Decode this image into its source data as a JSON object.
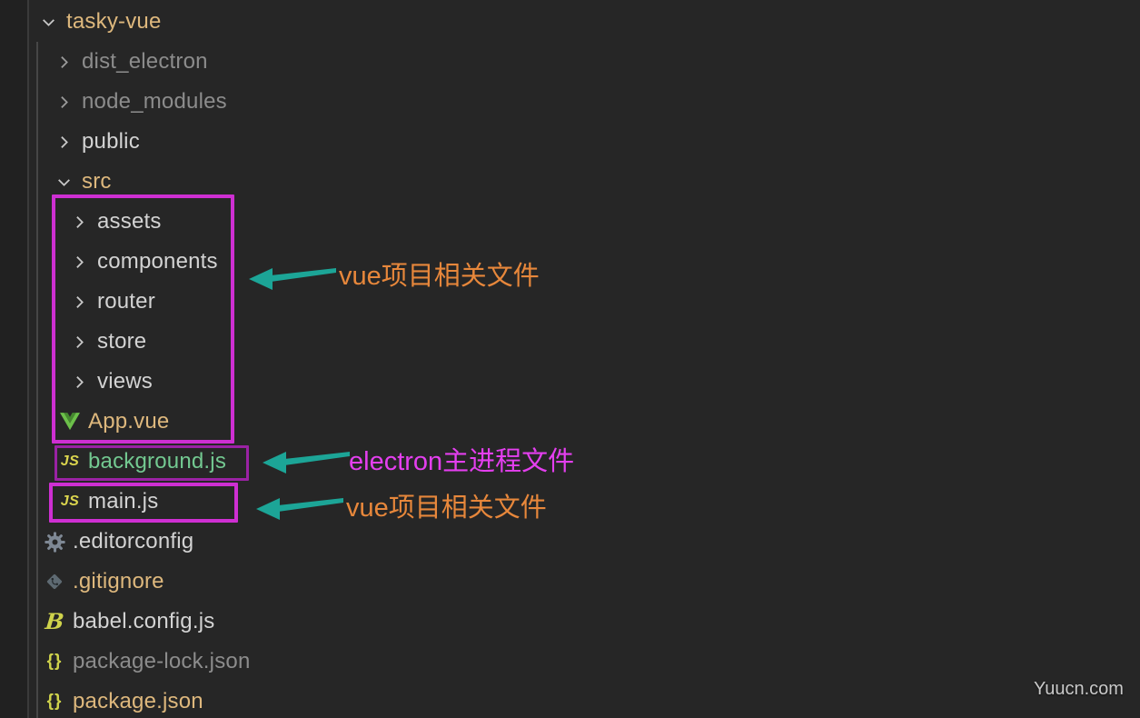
{
  "colors": {
    "background": "#262626",
    "modified": "#DEB87D",
    "normal": "#D3D3D3",
    "ignored": "#8C8C8C",
    "untracked": "#73C991",
    "twistie": "#C8C8C8",
    "twistie_ignored": "#9A9A9A"
  },
  "tree": {
    "items": [
      {
        "name": "tasky-vue",
        "level": 0,
        "type": "folder",
        "state": "expanded",
        "icon": "chevron-down-icon",
        "color": "modified"
      },
      {
        "name": "dist_electron",
        "level": 1,
        "type": "folder",
        "state": "collapsed",
        "icon": "chevron-right-icon",
        "color": "ignored"
      },
      {
        "name": "node_modules",
        "level": 1,
        "type": "folder",
        "state": "collapsed",
        "icon": "chevron-right-icon",
        "color": "ignored"
      },
      {
        "name": "public",
        "level": 1,
        "type": "folder",
        "state": "collapsed",
        "icon": "chevron-right-icon",
        "color": "normal"
      },
      {
        "name": "src",
        "level": 1,
        "type": "folder",
        "state": "expanded",
        "icon": "chevron-down-icon",
        "color": "modified"
      },
      {
        "name": "assets",
        "level": 2,
        "type": "folder",
        "state": "collapsed",
        "icon": "chevron-right-icon",
        "color": "normal"
      },
      {
        "name": "components",
        "level": 2,
        "type": "folder",
        "state": "collapsed",
        "icon": "chevron-right-icon",
        "color": "normal"
      },
      {
        "name": "router",
        "level": 2,
        "type": "folder",
        "state": "collapsed",
        "icon": "chevron-right-icon",
        "color": "normal"
      },
      {
        "name": "store",
        "level": 2,
        "type": "folder",
        "state": "collapsed",
        "icon": "chevron-right-icon",
        "color": "normal"
      },
      {
        "name": "views",
        "level": 2,
        "type": "folder",
        "state": "collapsed",
        "icon": "chevron-right-icon",
        "color": "normal"
      },
      {
        "name": "App.vue",
        "level": 2,
        "type": "file",
        "state": "",
        "icon": "vue-icon",
        "color": "modified"
      },
      {
        "name": "background.js",
        "level": 2,
        "type": "file",
        "state": "",
        "icon": "js-icon",
        "color": "untracked"
      },
      {
        "name": "main.js",
        "level": 2,
        "type": "file",
        "state": "",
        "icon": "js-icon",
        "color": "normal"
      },
      {
        "name": ".editorconfig",
        "level": 1,
        "type": "file",
        "state": "",
        "icon": "gear-icon",
        "color": "normal"
      },
      {
        "name": ".gitignore",
        "level": 1,
        "type": "file",
        "state": "",
        "icon": "git-icon",
        "color": "modified"
      },
      {
        "name": "babel.config.js",
        "level": 1,
        "type": "file",
        "state": "",
        "icon": "babel-icon",
        "color": "normal"
      },
      {
        "name": "package-lock.json",
        "level": 1,
        "type": "file",
        "state": "",
        "icon": "braces-icon",
        "color": "ignored"
      },
      {
        "name": "package.json",
        "level": 1,
        "type": "file",
        "state": "",
        "icon": "braces-icon",
        "color": "modified"
      }
    ]
  },
  "annotations": {
    "arrow_color": "#1CA597",
    "boxes": [
      {
        "target": "src-child-files",
        "border": "#CE2FD2"
      },
      {
        "target": "background.js",
        "border": "#9A22A4"
      },
      {
        "target": "main.js",
        "border": "#CE2FD2"
      }
    ],
    "labels": [
      {
        "text": "vue项目相关文件",
        "color": "#E7873B"
      },
      {
        "text": "electron主进程文件",
        "color": "#E43FEF"
      },
      {
        "text": "vue项目相关文件",
        "color": "#E7873B"
      }
    ]
  },
  "watermark": {
    "text": "Yuucn.com"
  }
}
